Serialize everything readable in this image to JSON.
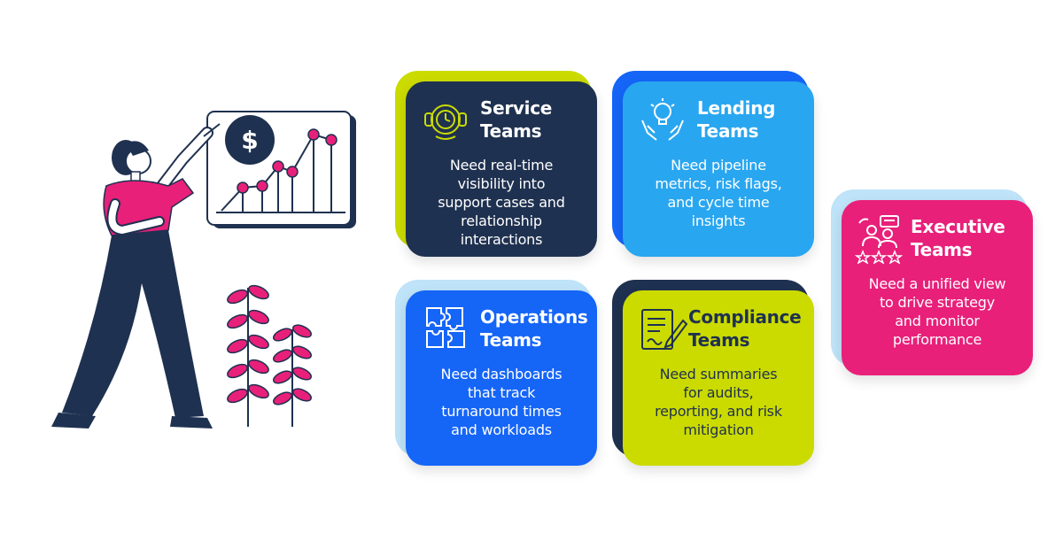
{
  "colors": {
    "navy": "#1f3150",
    "lime": "#cbdb00",
    "sky": "#29a6f0",
    "blue": "#1565f7",
    "light_blue": "#bfe3f8",
    "pink": "#e8207a",
    "white": "#ffffff"
  },
  "illustration": {
    "currency_symbol": "$"
  },
  "cards": [
    {
      "id": "service",
      "icon": "headset-clock-icon",
      "title_lines": [
        "Service",
        "Teams"
      ],
      "desc_lines": [
        "Need real-time",
        "visibility into",
        "support cases and",
        "relationship",
        "interactions"
      ]
    },
    {
      "id": "lending",
      "icon": "lightbulb-hands-icon",
      "title_lines": [
        "Lending",
        "Teams"
      ],
      "desc_lines": [
        "Need pipeline",
        "metrics, risk flags,",
        "and cycle time",
        "insights"
      ]
    },
    {
      "id": "operations",
      "icon": "puzzle-icon",
      "title_lines": [
        "Operations",
        "Teams"
      ],
      "desc_lines": [
        "Need dashboards",
        "that track",
        "turnaround times",
        "and workloads"
      ]
    },
    {
      "id": "compliance",
      "icon": "document-pen-icon",
      "title_lines": [
        "Compliance",
        "Teams"
      ],
      "desc_lines": [
        "Need summaries",
        "for audits,",
        "reporting, and risk",
        "mitigation"
      ]
    },
    {
      "id": "executive",
      "icon": "team-rating-icon",
      "title_lines": [
        "Executive",
        "Teams"
      ],
      "desc_lines": [
        "Need a unified view",
        "to drive strategy",
        "and monitor",
        "performance"
      ]
    }
  ]
}
